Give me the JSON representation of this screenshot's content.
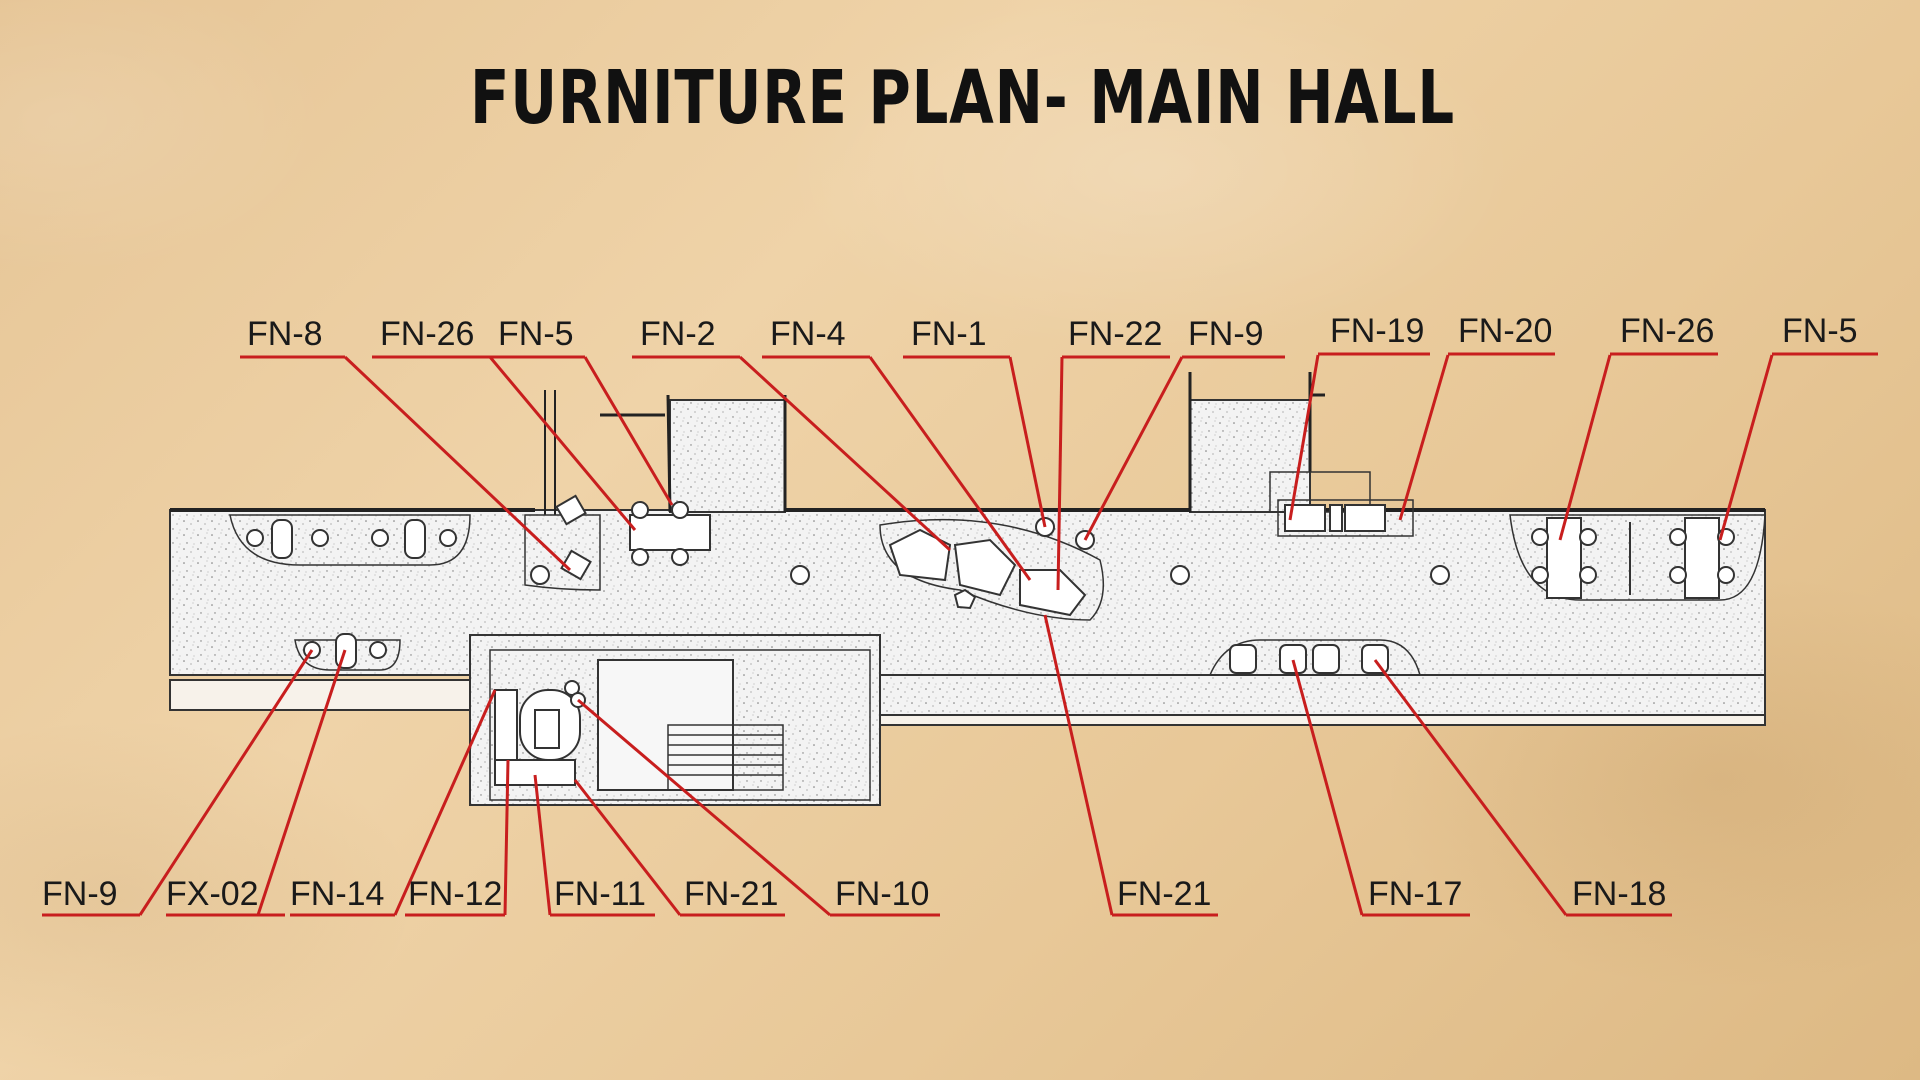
{
  "title": "FURNITURE PLAN- MAIN HALL",
  "colors": {
    "leader": "#c81e1e",
    "floor": "#f4f4f4",
    "paper": "#e9c999"
  },
  "top_labels": [
    "FN-8",
    "FN-26",
    "FN-5",
    "FN-2",
    "FN-4",
    "FN-1",
    "FN-22",
    "FN-9",
    "FN-19",
    "FN-20",
    "FN-26",
    "FN-5"
  ],
  "bottom_labels": [
    "FN-9",
    "FX-02",
    "FN-14",
    "FN-12",
    "FN-11",
    "FN-21",
    "FN-10",
    "FN-21",
    "FN-17",
    "FN-18"
  ]
}
